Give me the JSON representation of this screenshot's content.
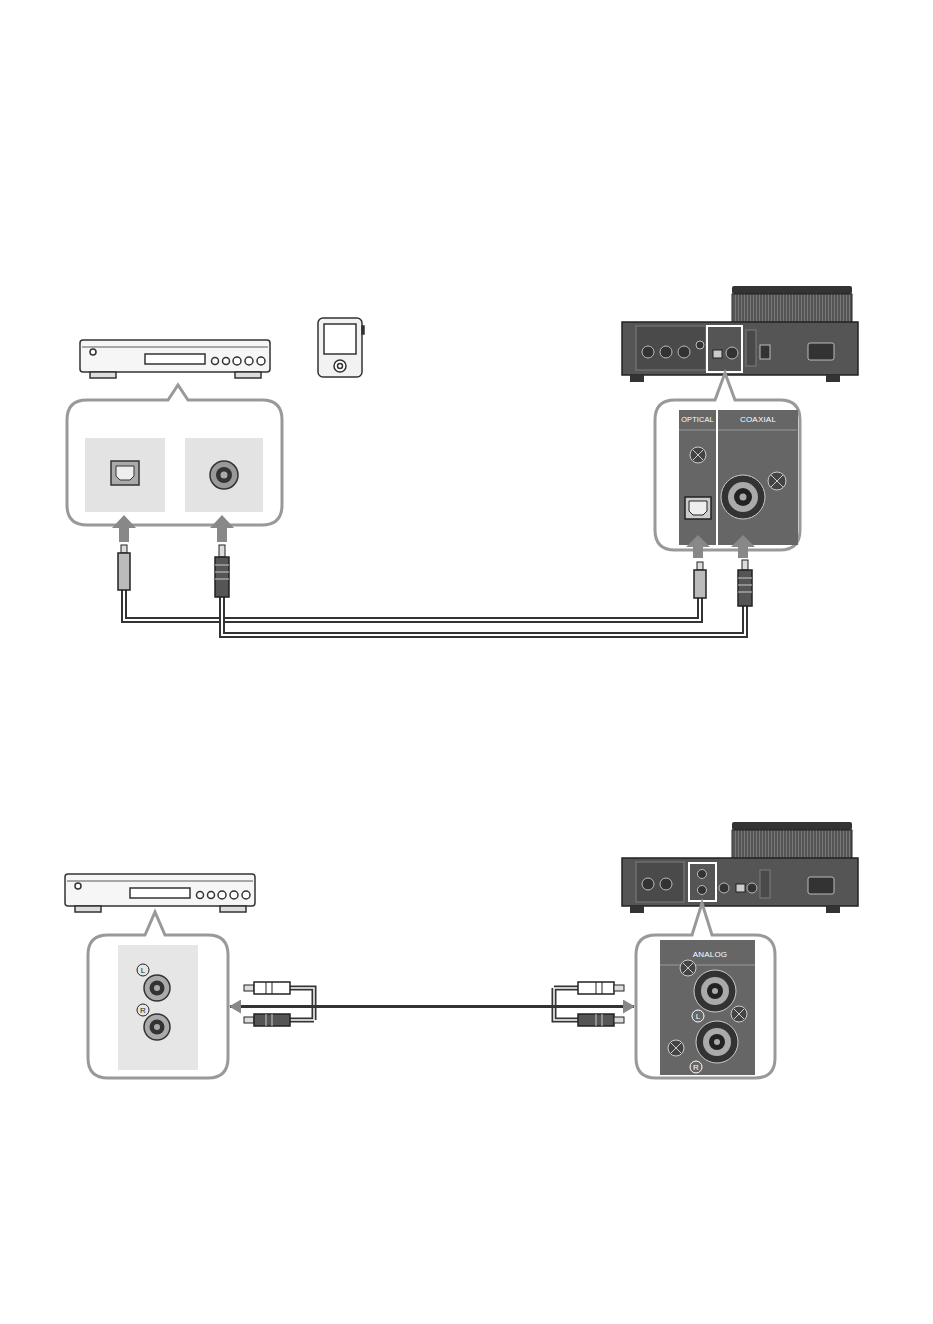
{
  "diagram": {
    "nodes": [
      {
        "text": [
          "OPTICAL"
        ]
      },
      {
        "text": [
          "COAXIAL"
        ]
      },
      {
        "text": [
          "L",
          "R"
        ]
      },
      {
        "text": [
          "ANALOG",
          "L",
          "R"
        ]
      }
    ],
    "edges": [
      {
        "from": 2,
        "to": 3,
        "arrow": "both"
      }
    ]
  }
}
